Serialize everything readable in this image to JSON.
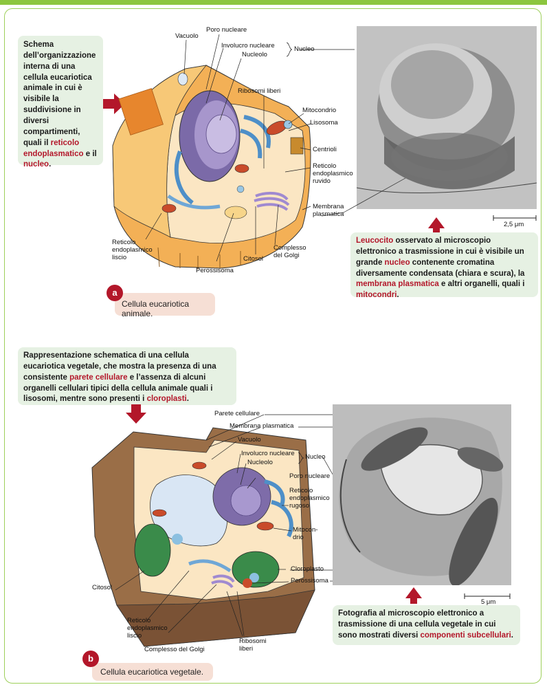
{
  "colors": {
    "accent_red": "#b3172a",
    "note_bg": "#e6f1e3",
    "caption_bg": "#f6dfd5",
    "frame_green": "#9dcf5a"
  },
  "animal": {
    "note": {
      "t1": "Schema dell’organizzazione interna di una cellula eucariotica animale in cui è visibile la suddivisione in diversi compartimenti, quali il ",
      "h1": "reticolo endoplasmatico",
      "t2": " e il ",
      "h2": "nucleo",
      "t3": "."
    },
    "labels": {
      "vacuolo": "Vacuolo",
      "poro": "Poro nucleare",
      "involucro": "Involucro nucleare",
      "nucleolo": "Nucleolo",
      "nucleo": "Nucleo",
      "ribosomi": "Ribosomi liberi",
      "mitocondrio": "Mitocondrio",
      "lisosoma": "Lisosoma",
      "centrioli": "Centrioli",
      "rer": "Reticolo\nendoplasmico\nruvido",
      "membrana": "Membrana\nplasmatica",
      "ser": "Reticolo\nendoplasmico\nliscio",
      "golgi": "Complesso\ndel Golgi",
      "citosol": "Citosol",
      "perossisoma": "Perossisoma"
    },
    "scale": "2,5 μm",
    "micro_note": {
      "h1": "Leucocito",
      "t1": " osservato al microscopio elettronico a trasmissione in cui è visibile un grande ",
      "h2": "nucleo",
      "t2": " contenente cromatina diversamente condensata (chiara e scura), la ",
      "h3": "membrana plasmatica",
      "t3": " e altri organelli, quali i ",
      "h4": "mitocondri",
      "t4": "."
    },
    "badge": "a",
    "caption": "Cellula eucariotica animale."
  },
  "plant": {
    "note": {
      "t1": "Rappresentazione schematica di una cellula eucariotica vegetale, che mostra la presenza di una consistente ",
      "h1": "parete cellulare",
      "t2": " e l’assenza di alcuni organelli cellulari tipici della cellula animale quali i lisosomi, mentre sono presenti i ",
      "h2": "cloroplasti",
      "t3": "."
    },
    "labels": {
      "parete": "Parete cellulare",
      "membrana": "Membrana plasmatica",
      "vacuolo": "Vacuolo",
      "involucro": "Involucro nucleare",
      "nucleolo": "Nucleolo",
      "nucleo": "Nucleo",
      "poro": "Poro nucleare",
      "rer": "Reticolo\nendoplasmico\nrugoso",
      "mito": "Mitocon-\ndrio",
      "cloroplasto": "Cloroplasto",
      "perossisoma": "Perossisoma",
      "citosol": "Citosol",
      "ser": "Reticolo\nendoplasmico\nliscio",
      "golgi": "Complesso del Golgi",
      "ribosomi": "Ribosomi\nliberi"
    },
    "scale": "5 μm",
    "micro_note": {
      "t1": "Fotografia al microscopio elettronico a trasmissione di una cellula vegetale in cui sono mostrati diversi ",
      "h1": "componenti subcellulari",
      "t2": "."
    },
    "badge": "b",
    "caption": "Cellula eucariotica vegetale."
  }
}
